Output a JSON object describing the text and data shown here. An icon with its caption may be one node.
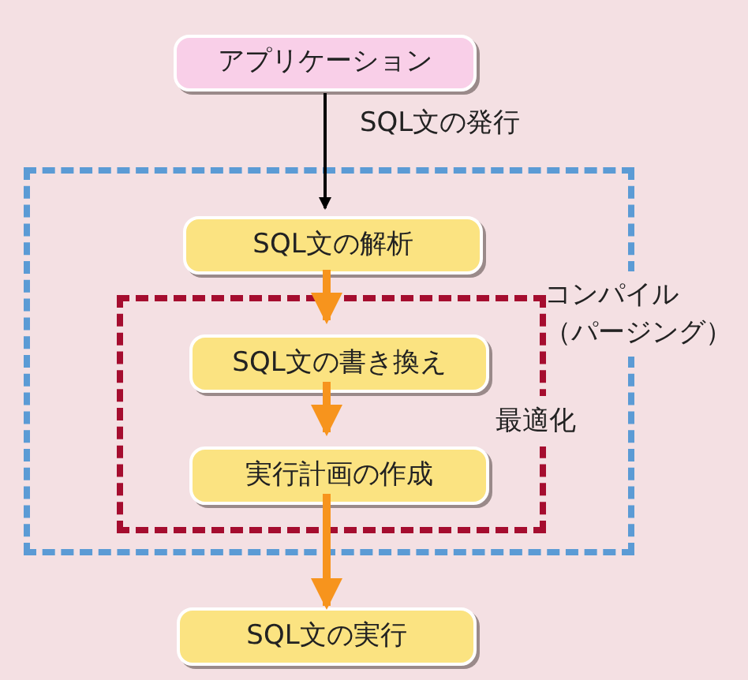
{
  "diagram": {
    "nodes": [
      {
        "text": [
          "アプリケーション"
        ]
      },
      {
        "text": [
          "コンパイル（パージング）"
        ]
      },
      {
        "text": [
          "SQL文の解析"
        ],
        "in": 1
      },
      {
        "text": [
          "最適化"
        ],
        "in": 1
      },
      {
        "text": [
          "SQL文の書き換え"
        ],
        "in": 3
      },
      {
        "text": [
          "実行計画の作成"
        ],
        "in": 3
      },
      {
        "text": [
          "SQL文の実行"
        ]
      }
    ],
    "edges": [
      {
        "from": 0,
        "to": 2,
        "arrow": "to",
        "label": "SQL文の発行",
        "color": "#000000"
      },
      {
        "from": 2,
        "to": 4,
        "arrow": "to"
      },
      {
        "from": 4,
        "to": 5,
        "arrow": "to"
      },
      {
        "from": 5,
        "to": 6,
        "arrow": "to"
      }
    ]
  }
}
